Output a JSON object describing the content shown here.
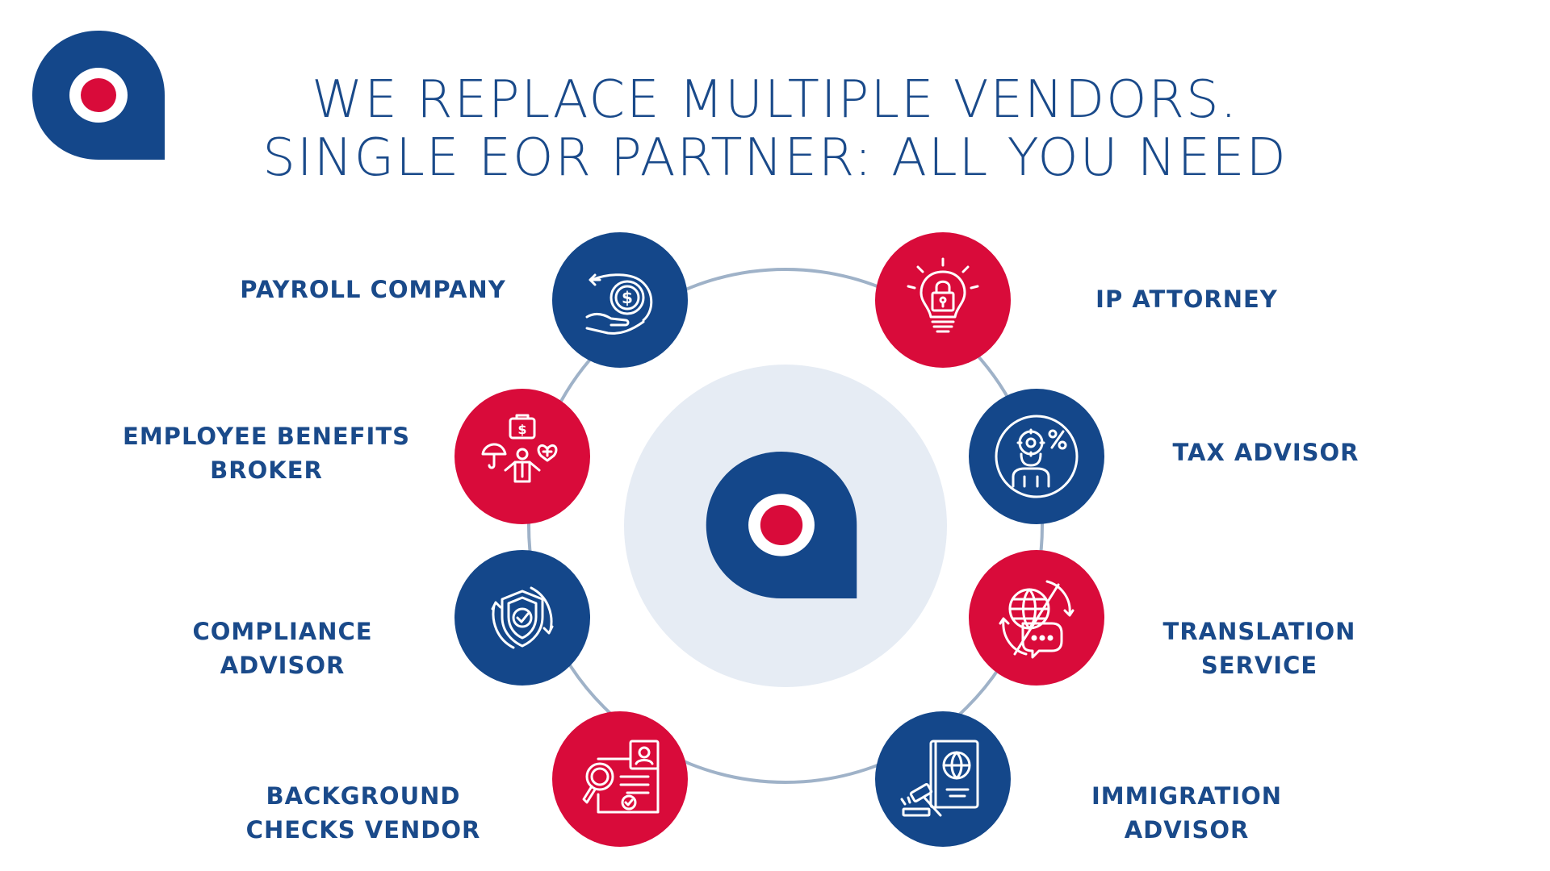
{
  "colors": {
    "blue": "#14478a",
    "red": "#d90b3a",
    "ring": "#9fb2c8",
    "disc": "#e6ecf4"
  },
  "title": {
    "line1": "WE REPLACE MULTIPLE VENDORS.",
    "line2": "SINGLE EOR PARTNER: ALL YOU NEED"
  },
  "nodes": [
    {
      "lines": [
        "PAYROLL COMPANY"
      ],
      "icon": "payroll-coin-icon",
      "color": "blue"
    },
    {
      "lines": [
        "EMPLOYEE BENEFITS",
        "BROKER"
      ],
      "icon": "benefits-icon",
      "color": "red"
    },
    {
      "lines": [
        "COMPLIANCE",
        "ADVISOR"
      ],
      "icon": "shield-check-icon",
      "color": "blue"
    },
    {
      "lines": [
        "BACKGROUND",
        "CHECKS VENDOR"
      ],
      "icon": "document-search-icon",
      "color": "red"
    },
    {
      "lines": [
        "IP ATTORNEY"
      ],
      "icon": "lightbulb-lock-icon",
      "color": "red"
    },
    {
      "lines": [
        "TAX ADVISOR"
      ],
      "icon": "tax-head-icon",
      "color": "blue"
    },
    {
      "lines": [
        "TRANSLATION",
        "SERVICE"
      ],
      "icon": "globe-chat-icon",
      "color": "red"
    },
    {
      "lines": [
        "IMMIGRATION",
        "ADVISOR"
      ],
      "icon": "passport-gavel-icon",
      "color": "blue"
    }
  ]
}
